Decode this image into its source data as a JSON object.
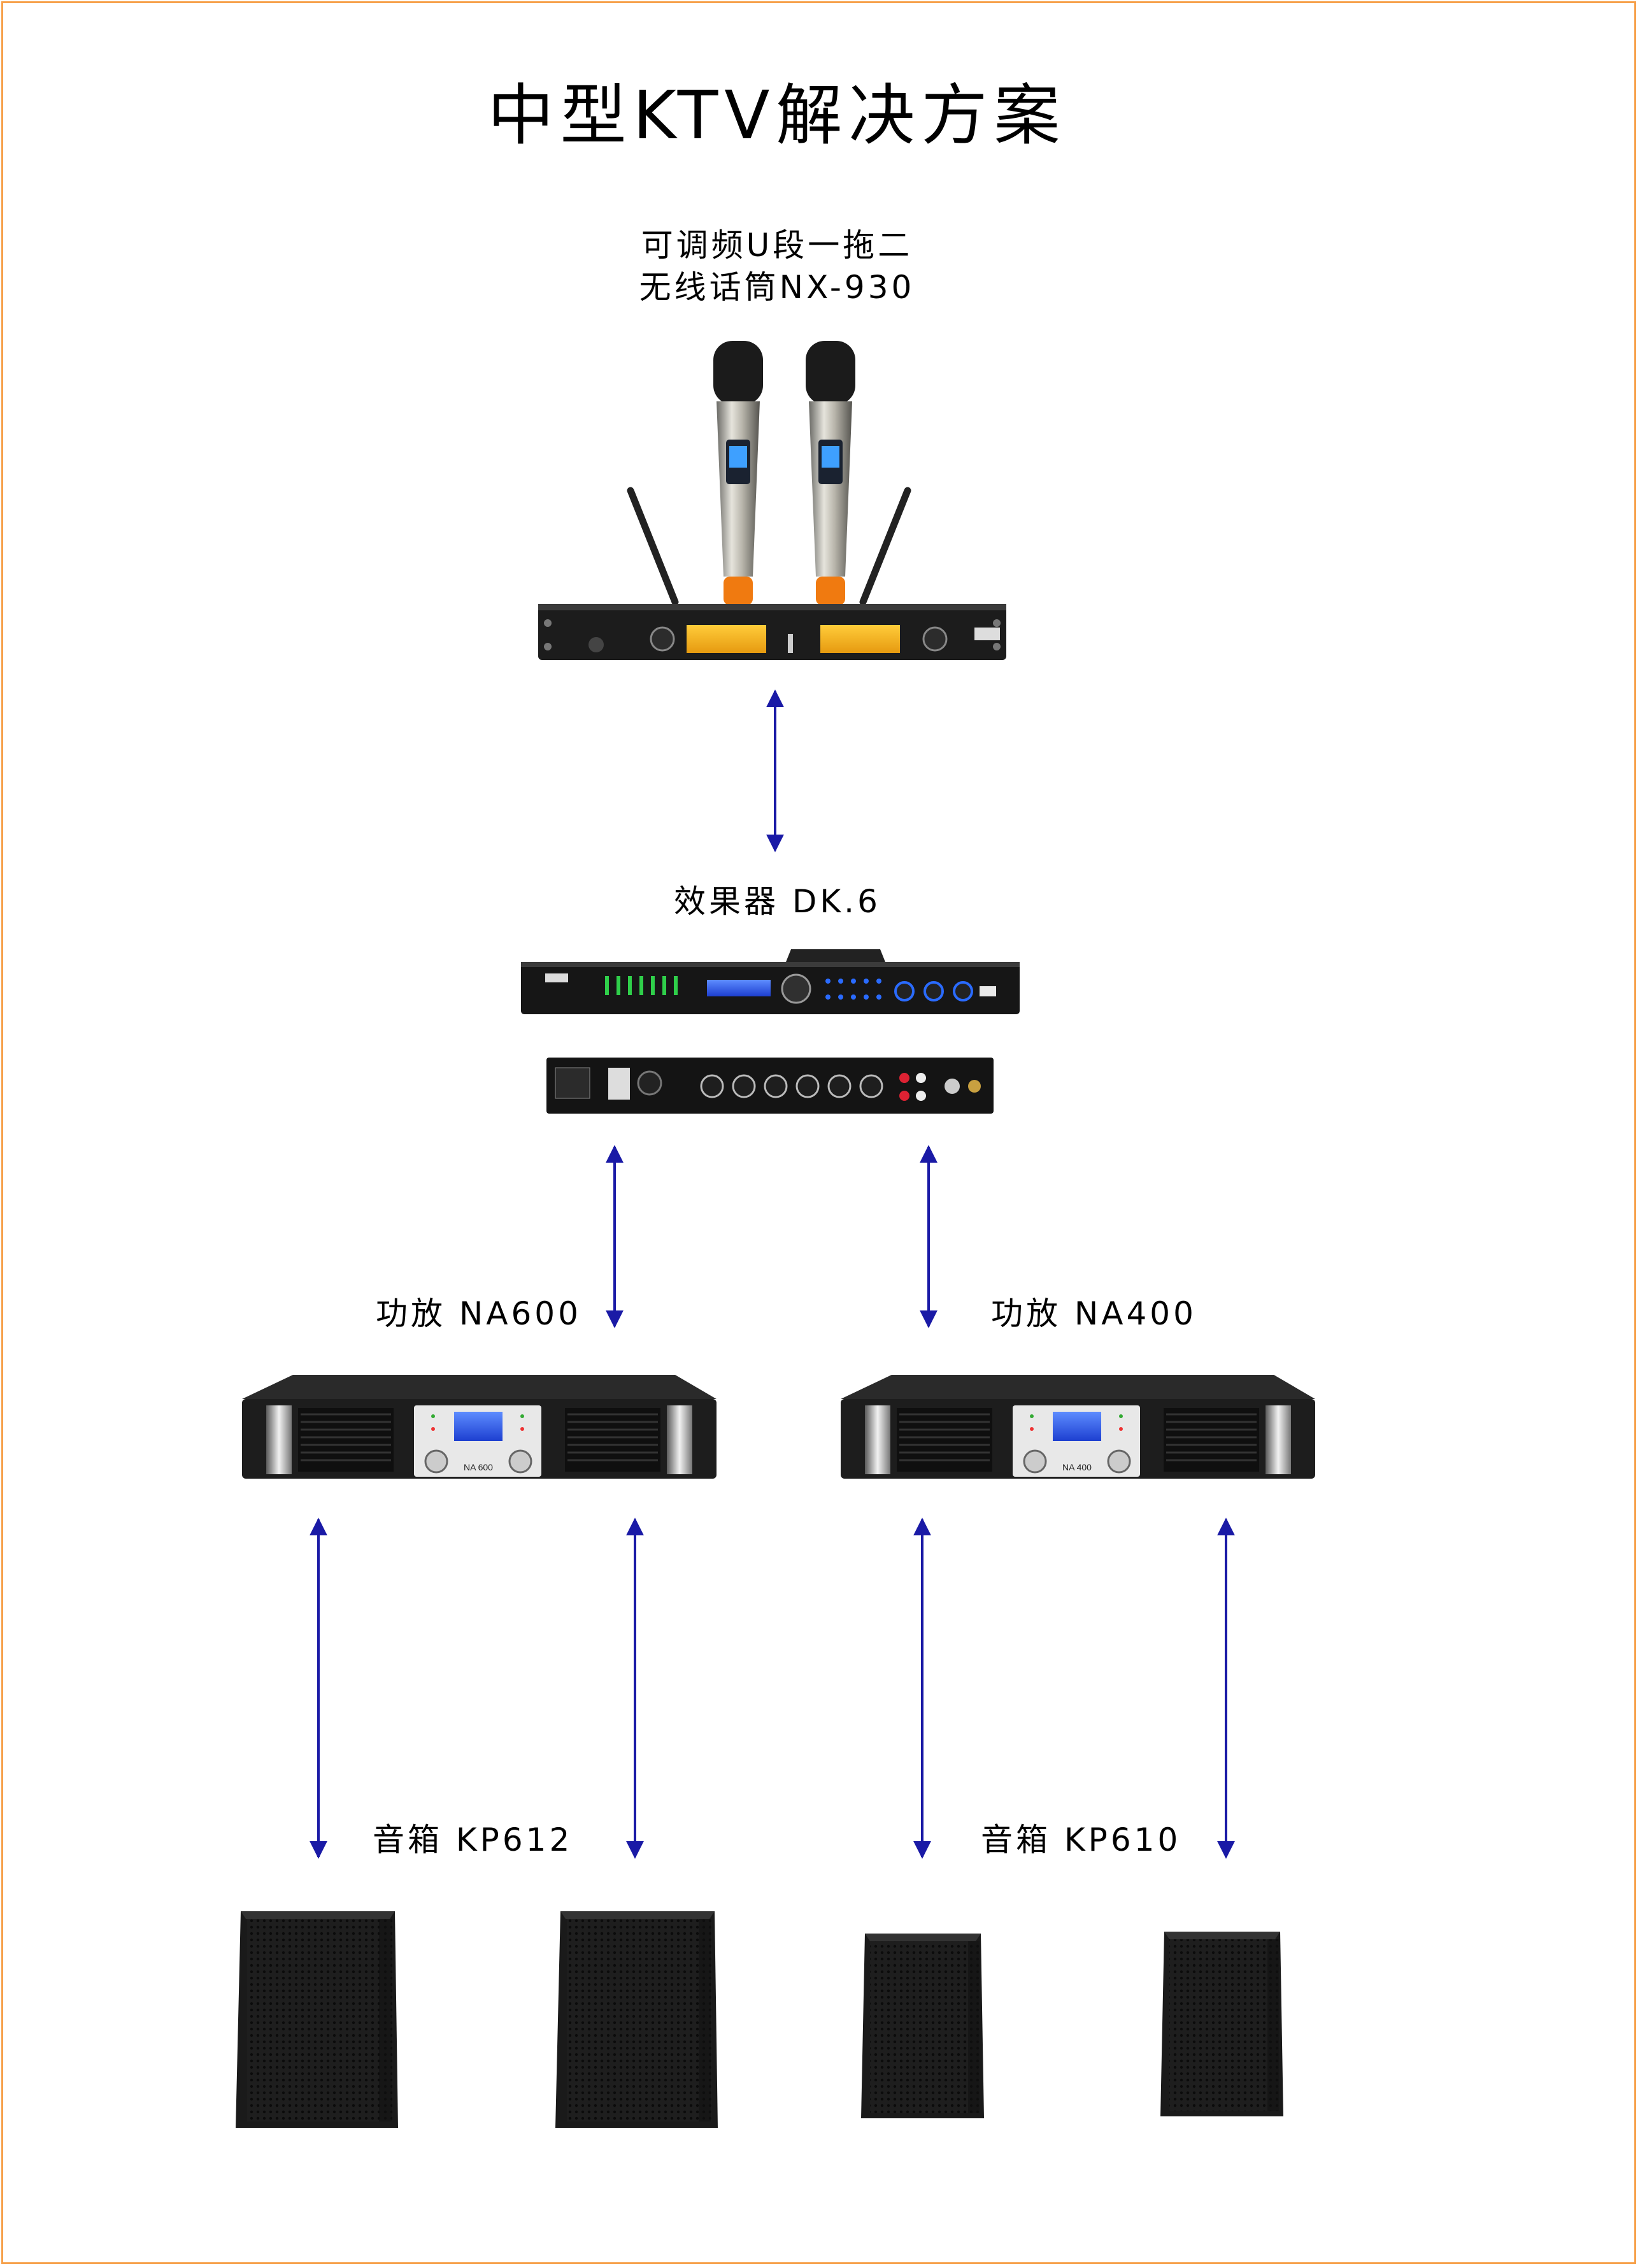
{
  "title": "中型KTV解决方案",
  "colors": {
    "border": "#f6a04a",
    "arrow": "#1a1aa6"
  },
  "nodes": {
    "mic": {
      "line1": "可调频U段一拖二",
      "line2": "无线话筒NX-930"
    },
    "effects": {
      "label": "效果器 DK.6"
    },
    "amp_left": {
      "label": "功放 NA600",
      "front_text": "NA 600"
    },
    "amp_right": {
      "label": "功放 NA400",
      "front_text": "NA 400"
    },
    "speaker_left": {
      "label": "音箱 KP612"
    },
    "speaker_right": {
      "label": "音箱 KP610"
    }
  },
  "icons": [
    "wireless-mic-icon",
    "receiver-icon",
    "effects-processor-icon",
    "amplifier-icon",
    "speaker-icon",
    "double-arrow-icon"
  ]
}
